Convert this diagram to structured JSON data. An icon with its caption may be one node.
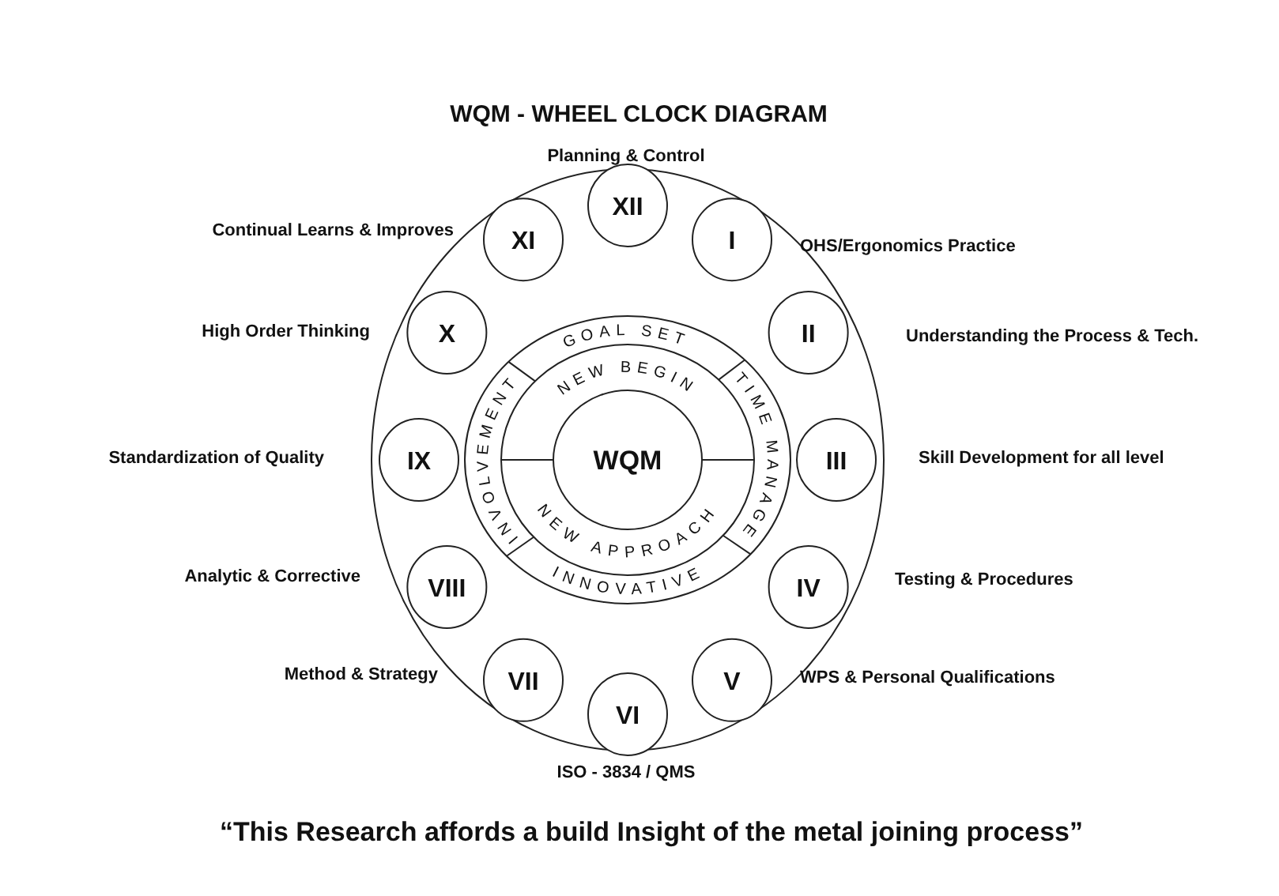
{
  "diagram": {
    "title": "WQM - WHEEL CLOCK DIAGRAM",
    "caption": "“This Research affords a build Insight of the metal joining process”",
    "nodes": [
      {
        "text": [],
        "shape": "circle"
      },
      {
        "text": [
          "XII"
        ],
        "in": 0,
        "beside": [
          "Planning & Control"
        ]
      },
      {
        "text": [
          "I"
        ],
        "in": 0,
        "beside": [
          "OHS/Ergonomics Practice"
        ]
      },
      {
        "text": [
          "II"
        ],
        "in": 0,
        "beside": [
          "Understanding the Process & Tech."
        ]
      },
      {
        "text": [
          "III"
        ],
        "in": 0,
        "beside": [
          "Skill Development for all level"
        ]
      },
      {
        "text": [
          "IV"
        ],
        "in": 0,
        "beside": [
          "Testing & Procedures"
        ]
      },
      {
        "text": [
          "V"
        ],
        "in": 0,
        "beside": [
          "WPS & Personal Qualifications"
        ]
      },
      {
        "text": [
          "VI"
        ],
        "in": 0,
        "beside": [
          "ISO - 3834 / QMS"
        ]
      },
      {
        "text": [
          "VII"
        ],
        "in": 0,
        "beside": [
          "Method & Strategy"
        ]
      },
      {
        "text": [
          "VIII"
        ],
        "in": 0,
        "beside": [
          "Analytic & Corrective"
        ]
      },
      {
        "text": [
          "IX"
        ],
        "in": 0,
        "beside": [
          "Standardization of Quality"
        ]
      },
      {
        "text": [
          "X"
        ],
        "in": 0,
        "beside": [
          "High Order Thinking"
        ]
      },
      {
        "text": [
          "XI"
        ],
        "in": 0,
        "beside": [
          "Continual Learns & Improves"
        ]
      },
      {
        "text": [
          "GOAL SET",
          "TIME MANAGE",
          "INNOVATIVE",
          "INVOLVEMENT"
        ],
        "in": 0
      },
      {
        "text": [
          "NEW BEGIN",
          "NEW APPROACH"
        ],
        "in": 13
      },
      {
        "text": [
          "WQM"
        ],
        "in": 14
      }
    ]
  }
}
